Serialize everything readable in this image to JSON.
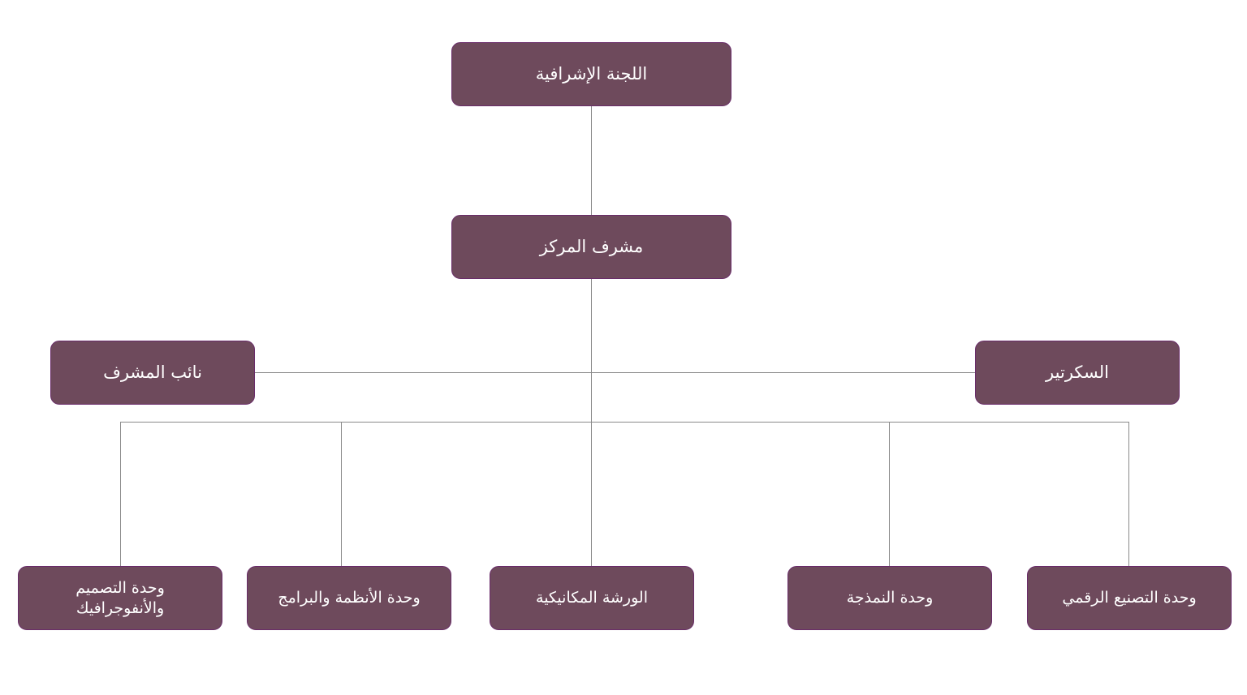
{
  "diagram": {
    "top": {
      "label": "اللجنة الإشرافية"
    },
    "manager": {
      "label": "مشرف المركز"
    },
    "deputy": {
      "label": "نائب المشرف"
    },
    "secretary": {
      "label": "السكرتير"
    },
    "units": [
      {
        "label": "وحدة التصميم والأنفوجرافيك"
      },
      {
        "label": "وحدة الأنظمة والبرامج"
      },
      {
        "label": "الورشة المكانيكية"
      },
      {
        "label": "وحدة النمذجة"
      },
      {
        "label": "وحدة التصنيع الرقمي"
      }
    ]
  },
  "colors": {
    "node_fill": "#6e4a5c",
    "node_border": "#6a2c6a",
    "text": "#ffffff",
    "connector": "#8a8a8a"
  }
}
